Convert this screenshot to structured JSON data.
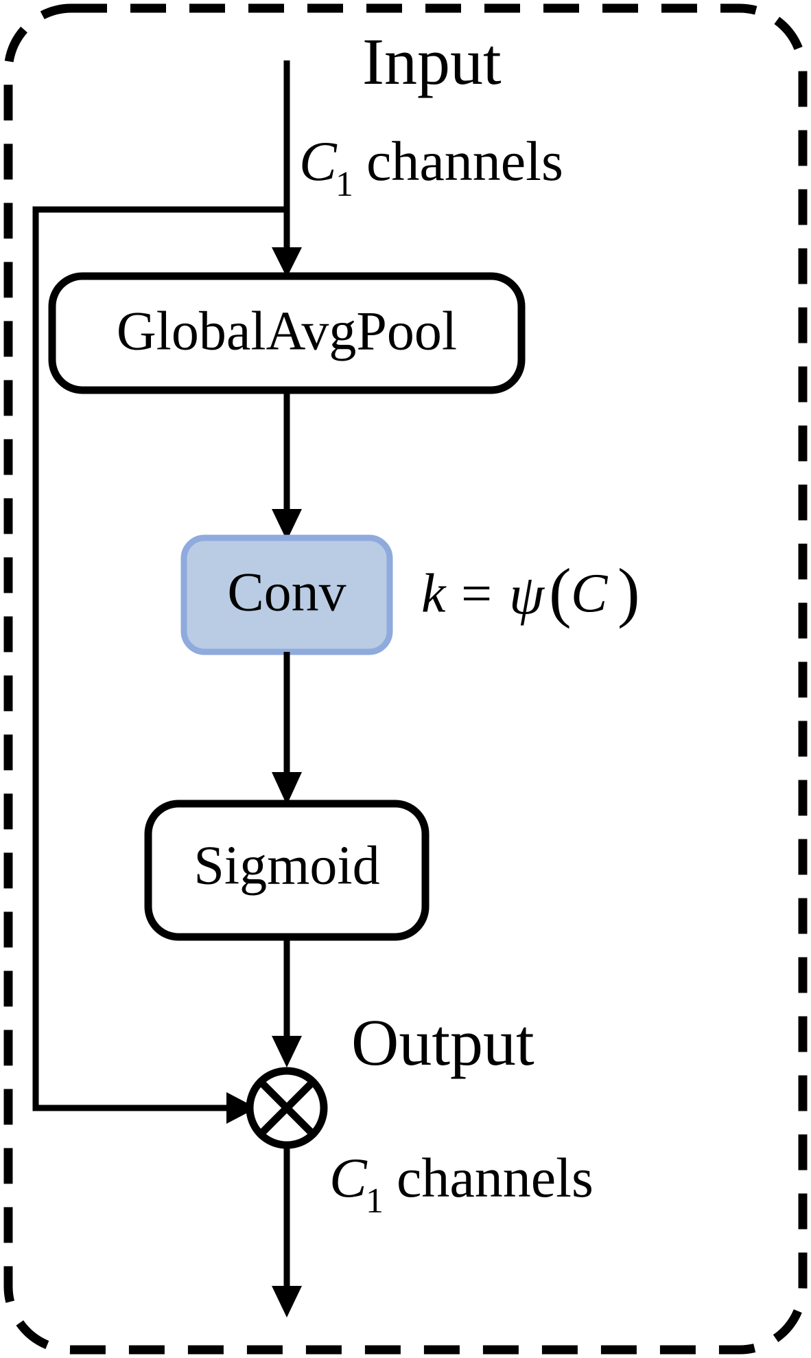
{
  "diagram": {
    "title_input": "Input",
    "title_output": "Output",
    "container": {
      "style": "dashed-rounded-rectangle",
      "stroke_color": "#000000"
    },
    "blocks": [
      {
        "id": "globalavgpool",
        "label": "GlobalAvgPool",
        "fill": "#ffffff",
        "stroke": "#000000"
      },
      {
        "id": "conv",
        "label": "Conv",
        "fill": "#b9cce4",
        "stroke": "#8faadc"
      },
      {
        "id": "sigmoid",
        "label": "Sigmoid",
        "fill": "#ffffff",
        "stroke": "#000000"
      }
    ],
    "operator_node": {
      "id": "multiply",
      "symbol": "circled-times",
      "stroke": "#000000"
    },
    "annotations": {
      "input_channels_var": "C",
      "input_channels_sub": "1",
      "input_channels_word": "channels",
      "output_channels_var": "C",
      "output_channels_sub": "1",
      "output_channels_word": "channels",
      "kernel_formula_k": "k",
      "kernel_formula_eq": "=",
      "kernel_formula_psi": "ψ",
      "kernel_formula_open": "(",
      "kernel_formula_arg": "C",
      "kernel_formula_close": ")"
    }
  }
}
